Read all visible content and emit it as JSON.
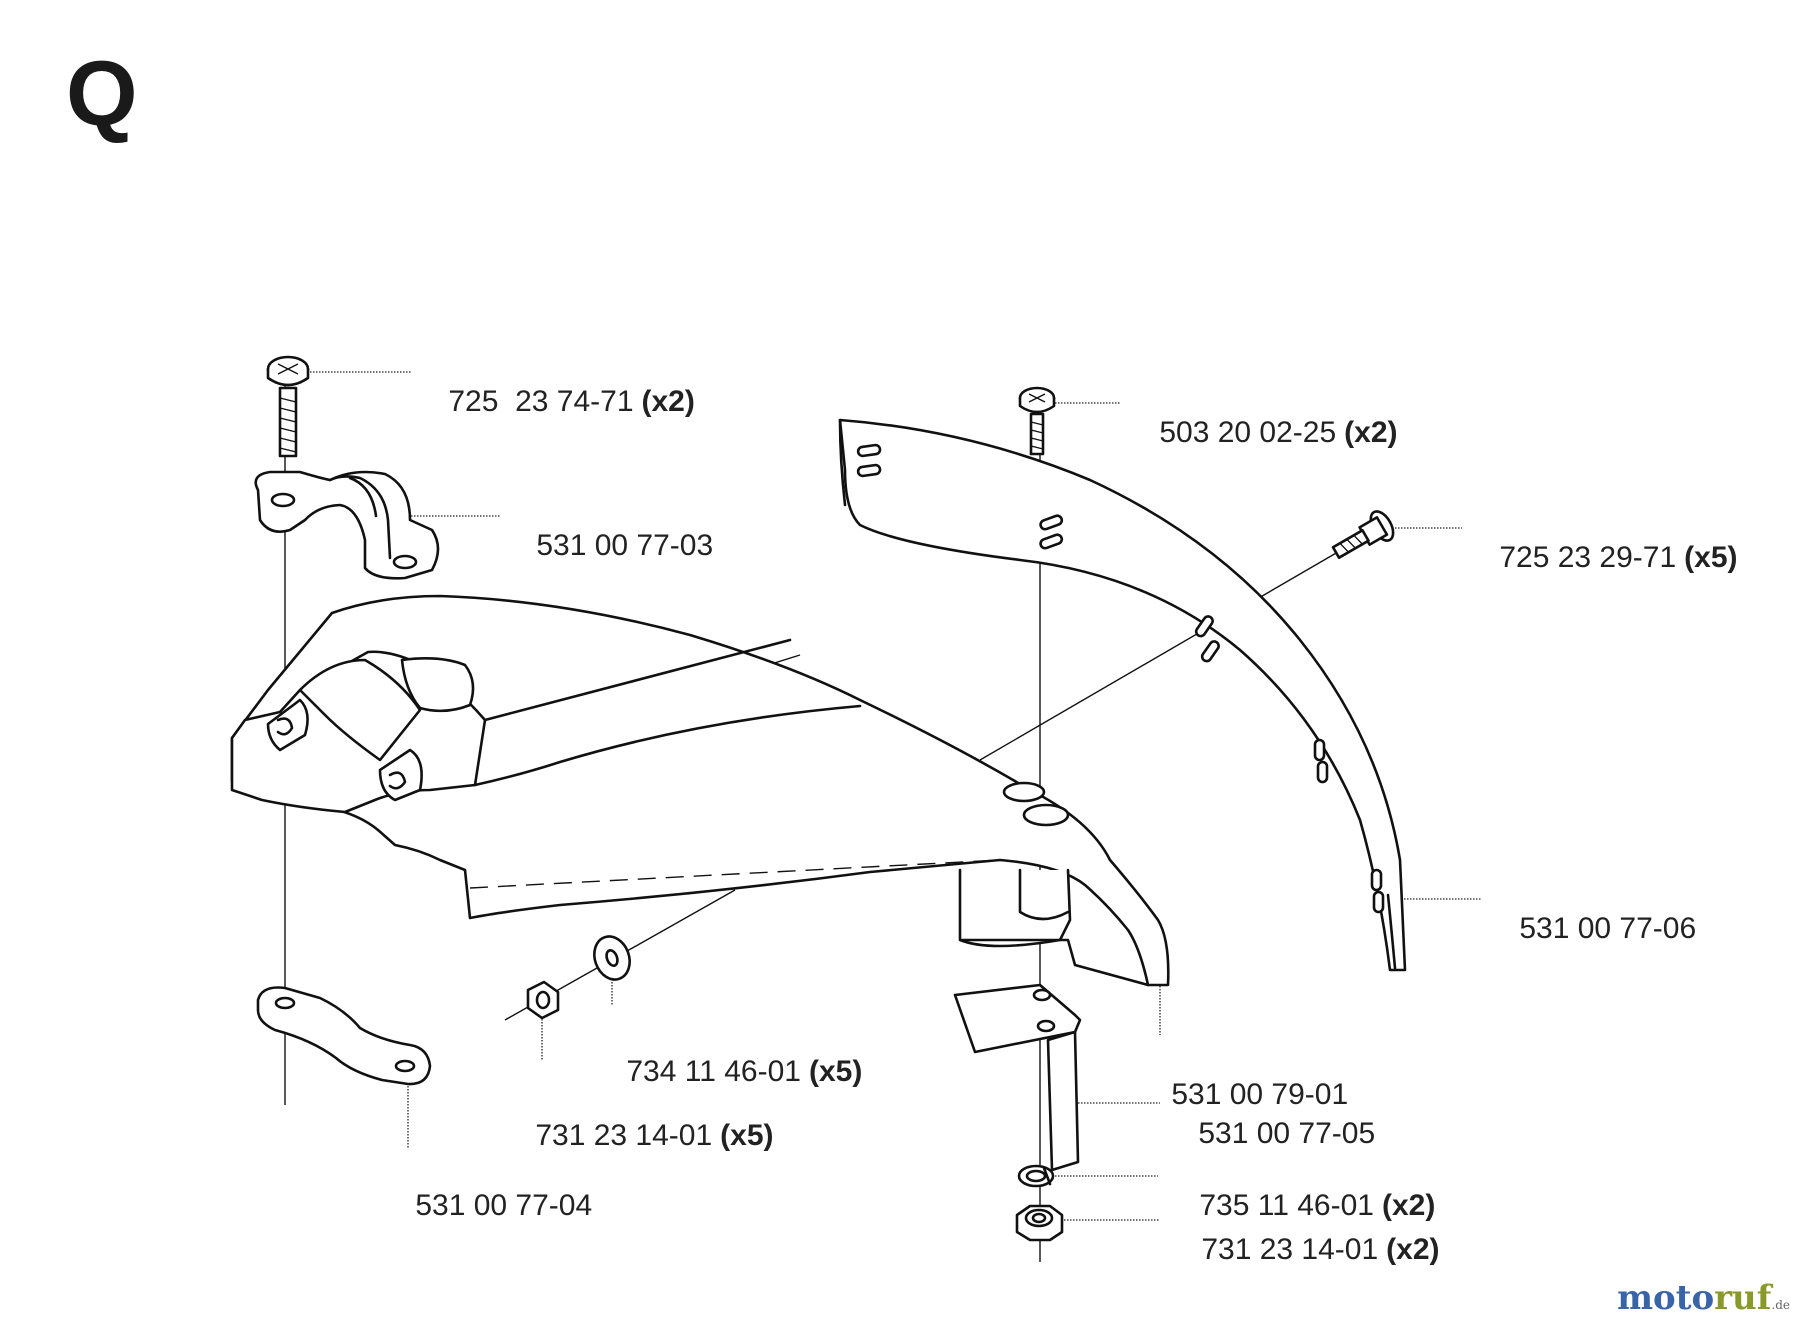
{
  "section_letter": "Q",
  "parts": [
    {
      "id": "p1",
      "number": "725  23 74-71",
      "qty": "(x2)"
    },
    {
      "id": "p2",
      "number": "531 00 77-03",
      "qty": ""
    },
    {
      "id": "p3",
      "number": "503 20 02-25",
      "qty": "(x2)"
    },
    {
      "id": "p4",
      "number": "725 23 29-71",
      "qty": "(x5)"
    },
    {
      "id": "p5",
      "number": "531 00 77-06",
      "qty": ""
    },
    {
      "id": "p6",
      "number": "734 11 46-01",
      "qty": "(x5)"
    },
    {
      "id": "p7",
      "number": "731 23 14-01",
      "qty": "(x5)"
    },
    {
      "id": "p8",
      "number": "531 00 79-01",
      "qty": ""
    },
    {
      "id": "p9",
      "number": "531 00 77-05",
      "qty": ""
    },
    {
      "id": "p10",
      "number": "531 00 77-04",
      "qty": ""
    },
    {
      "id": "p11",
      "number": "735 11 46-01",
      "qty": "(x2)"
    },
    {
      "id": "p12",
      "number": "731 23 14-01",
      "qty": "(x2)"
    }
  ],
  "watermark": {
    "part1": "mo",
    "part2": "to",
    "part3": "ruf",
    "tld": ".de"
  }
}
